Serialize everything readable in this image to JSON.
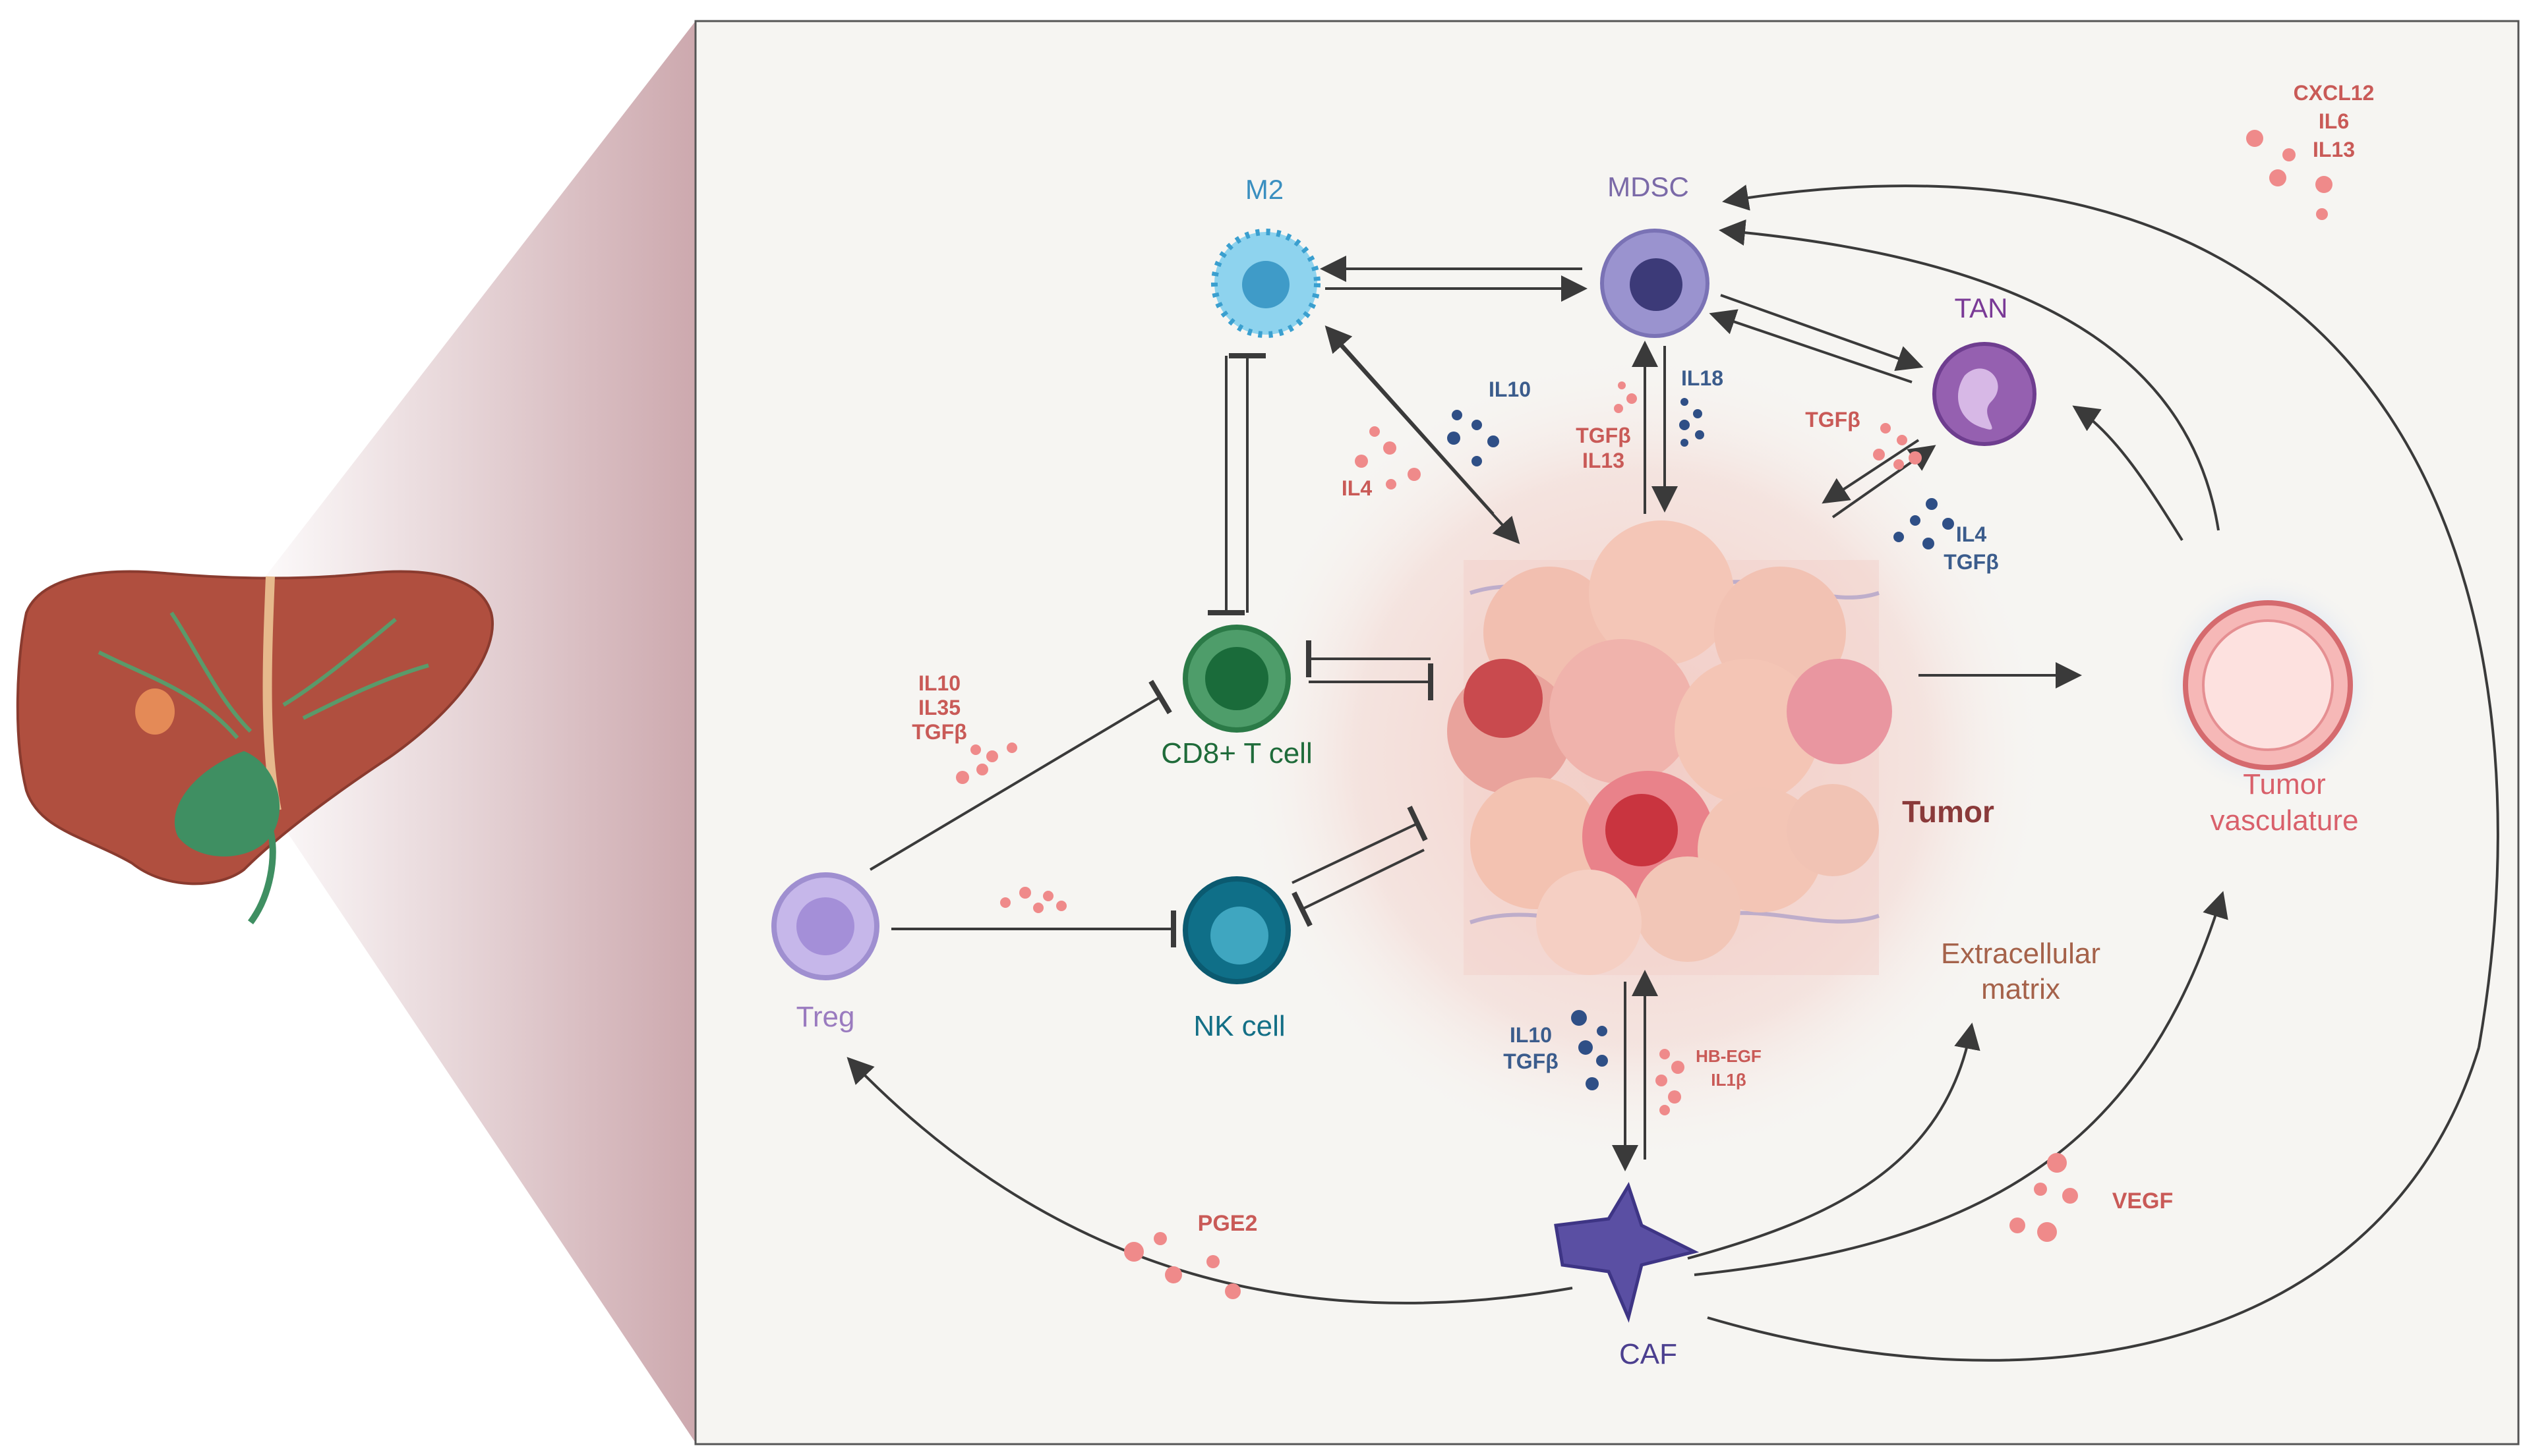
{
  "colors": {
    "panel_bg": "#f6f5f2",
    "panel_border": "#555555",
    "funnel": "#c9a3a8",
    "liver": "#b04f3f",
    "gallbladder": "#3f8f62",
    "arrow": "#3a3a3a",
    "pink_cytokine": "#c95a57",
    "blue_cytokine": "#3b5c8c",
    "pink_dot": "#ef8a8a",
    "blue_dot": "#2f4f86",
    "m2": "#3a8fc0",
    "mdsc": "#7b6aa8",
    "tan": "#7a3a96",
    "cd8": "#1f6b3a",
    "nk": "#136f86",
    "treg": "#9a7bbf",
    "caf": "#4b3f8f",
    "tumor_label": "#8a3a3a",
    "vasc_label": "#d9606b",
    "ecm_label": "#a5624a"
  },
  "cells": {
    "m2": "M2",
    "mdsc": "MDSC",
    "tan": "TAN",
    "cd8": "CD8+ T cell",
    "nk": "NK cell",
    "treg": "Treg",
    "caf": "CAF",
    "tumor": "Tumor",
    "vasc_line1": "Tumor",
    "vasc_line2": "vasculature",
    "ecm_line1": "Extracellular",
    "ecm_line2": "matrix"
  },
  "cytokines": {
    "top_right": [
      "CXCL12",
      "IL6",
      "IL13"
    ],
    "m2_tumor_pink": "IL4",
    "m2_tumor_blue": "IL10",
    "mdsc_pink": [
      "TGFβ",
      "IL13"
    ],
    "mdsc_blue": "IL18",
    "tan_pink": "TGFβ",
    "tan_blue": [
      "IL4",
      "TGFβ"
    ],
    "treg_pink": [
      "IL10",
      "IL35",
      "TGFβ"
    ],
    "caf_blue": [
      "IL10",
      "TGFβ"
    ],
    "caf_pink": [
      "HB-EGF",
      "IL1β"
    ],
    "pge2": "PGE2",
    "vegf": "VEGF"
  }
}
